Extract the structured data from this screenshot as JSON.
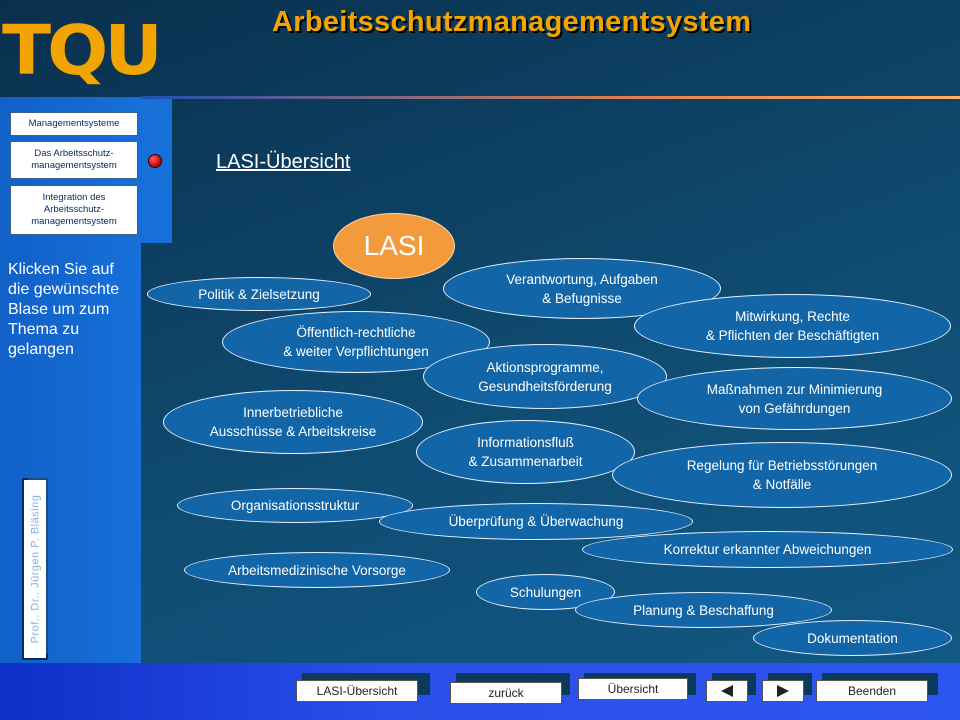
{
  "app": {
    "logo_text": "TQU",
    "title": "Arbeitsschutzmanagementsystem"
  },
  "nav": {
    "items": [
      {
        "label": "Managementsysteme"
      },
      {
        "label": "Das Arbeitsschutz-\nmanagementsystem"
      },
      {
        "label": "Integration des\nArbeitsschutz-\nmanagementsystem"
      }
    ]
  },
  "main": {
    "section_title": "LASI-Übersicht",
    "hint": "Klicken Sie auf die gewünschte Blase um zum Thema zu gelangen",
    "credit": "Prof.. Dr.. Jürgen P. Bläsing",
    "center_bubble": "LASI",
    "bubbles": [
      {
        "label": "Politik & Zielsetzung"
      },
      {
        "label": "Verantwortung, Aufgaben\n& Befugnisse"
      },
      {
        "label": "Mitwirkung, Rechte\n& Pflichten der Beschäftigten"
      },
      {
        "label": "Öffentlich-rechtliche\n& weiter Verpflichtungen"
      },
      {
        "label": "Aktionsprogramme,\nGesundheitsförderung"
      },
      {
        "label": "Maßnahmen zur Minimierung\nvon Gefährdungen"
      },
      {
        "label": "Innerbetriebliche\nAusschüsse & Arbeitskreise"
      },
      {
        "label": "Informationsfluß\n& Zusammenarbeit"
      },
      {
        "label": "Regelung für Betriebsstörungen\n& Notfälle"
      },
      {
        "label": "Organisationsstruktur"
      },
      {
        "label": "Überprüfung & Überwachung"
      },
      {
        "label": "Korrektur erkannter Abweichungen"
      },
      {
        "label": "Arbeitsmedizinische Vorsorge"
      },
      {
        "label": "Schulungen"
      },
      {
        "label": "Planung & Beschaffung"
      },
      {
        "label": "Dokumentation"
      }
    ]
  },
  "footer": {
    "lasi_label": "LASI-Übersicht",
    "back_label": "zurück",
    "overview_label": "Übersicht",
    "prev_icon": "prev-arrow-icon",
    "next_icon": "next-arrow-icon",
    "quit_label": "Beenden"
  }
}
